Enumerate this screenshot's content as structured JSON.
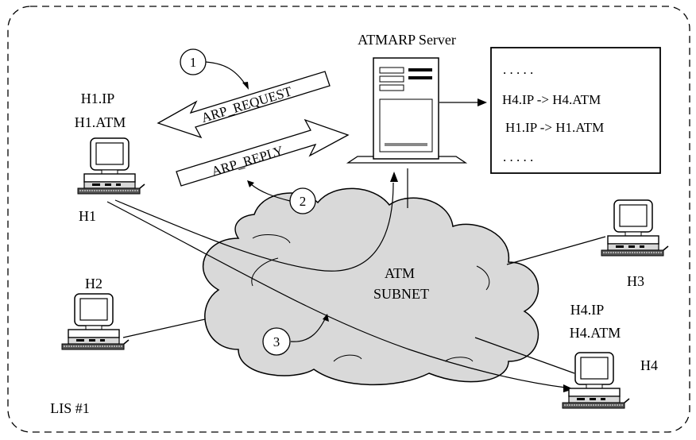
{
  "server": {
    "label": "ATMARP Server"
  },
  "table": {
    "rows": [
      ". . . . .",
      "H4.IP -> H4.ATM",
      "H1.IP -> H1.ATM",
      ". . . . ."
    ]
  },
  "messages": {
    "request": "ARP_REQUEST",
    "reply": "ARP_REPLY"
  },
  "steps": [
    "1",
    "2",
    "3"
  ],
  "hosts": {
    "h1": {
      "name": "H1",
      "ip": "H1.IP",
      "atm": "H1.ATM"
    },
    "h2": {
      "name": "H2"
    },
    "h3": {
      "name": "H3"
    },
    "h4": {
      "name": "H4",
      "ip": "H4.IP",
      "atm": "H4.ATM"
    }
  },
  "cloud": {
    "line1": "ATM",
    "line2": "SUBNET"
  },
  "lis": {
    "label": "LIS #1"
  }
}
